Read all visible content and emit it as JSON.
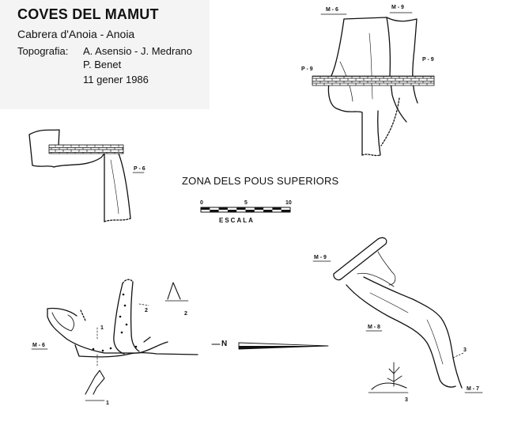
{
  "header": {
    "title": "COVES DEL MAMUT",
    "subtitle": "Cabrera d'Anoia - Anoia",
    "topography_label": "Topografia:",
    "topography_lines": [
      "A. Asensio - J. Medrano",
      "P. Benet",
      "11 gener 1986"
    ]
  },
  "zone_title": "ZONA DELS POUS SUPERIORS",
  "scale": {
    "label": "ESCALA",
    "ticks": [
      "0",
      "5",
      "10"
    ]
  },
  "station_labels": {
    "m6_top": "M - 6",
    "m9_top": "M - 9",
    "p9_left": "P - 9",
    "p9_right": "P - 9",
    "p6": "P - 6",
    "m9_bottom_right": "M - 9",
    "m8": "M - 8",
    "m7": "M - 7",
    "m6_bottom_left": "M - 6",
    "sec1_top": "1",
    "sec1_bottom": "1",
    "sec2_left": "2",
    "sec2_right": "2",
    "sec3_right": "3",
    "sec3_bottom": "3",
    "north": "N"
  },
  "colors": {
    "ink": "#111111",
    "header_bg": "#f4f4f4"
  }
}
